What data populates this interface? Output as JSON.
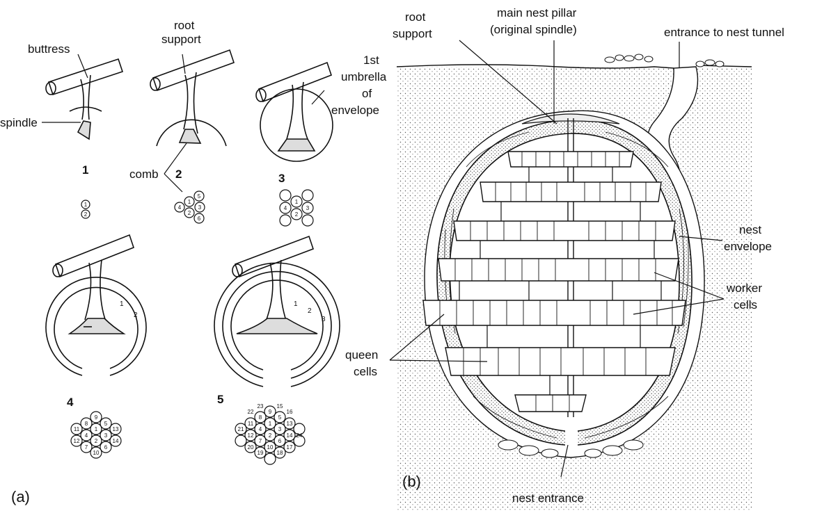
{
  "panel_a": {
    "label": "(a)",
    "labels": {
      "buttress": "buttress",
      "spindle": "spindle",
      "root_support_1": "root",
      "root_support_2": "support",
      "umbrella_1": "1st",
      "umbrella_2": "umbrella",
      "umbrella_3": "of",
      "umbrella_4": "envelope",
      "comb": "comb"
    },
    "stages": [
      "1",
      "2",
      "3",
      "4",
      "5"
    ],
    "envelope_rings": {
      "stage4": [
        "1",
        "2"
      ],
      "stage5": [
        "1",
        "2",
        "3"
      ]
    },
    "cell_maps": {
      "stage1": [
        "1",
        "2"
      ],
      "stage2": [
        "1",
        "2",
        "3",
        "4",
        "5",
        "6"
      ],
      "stage3": [
        "1",
        "2",
        "3",
        "4"
      ],
      "stage4": [
        "1",
        "2",
        "3",
        "4",
        "5",
        "6",
        "7",
        "8",
        "9",
        "10",
        "11",
        "12",
        "13",
        "14"
      ],
      "stage5": [
        "1",
        "2",
        "3",
        "4",
        "5",
        "6",
        "7",
        "8",
        "9",
        "10",
        "11",
        "12",
        "13",
        "14",
        "15",
        "16",
        "17",
        "18",
        "19",
        "20",
        "21",
        "22",
        "23",
        "24"
      ]
    }
  },
  "panel_b": {
    "label": "(b)",
    "labels": {
      "root_support_1": "root",
      "root_support_2": "support",
      "main_pillar_1": "main nest pillar",
      "main_pillar_2": "(original spindle)",
      "entrance_tunnel": "entrance to nest tunnel",
      "nest_envelope_1": "nest",
      "nest_envelope_2": "envelope",
      "worker_cells_1": "worker",
      "worker_cells_2": "cells",
      "queen_cells_1": "queen",
      "queen_cells_2": "cells",
      "nest_entrance": "nest entrance"
    }
  }
}
